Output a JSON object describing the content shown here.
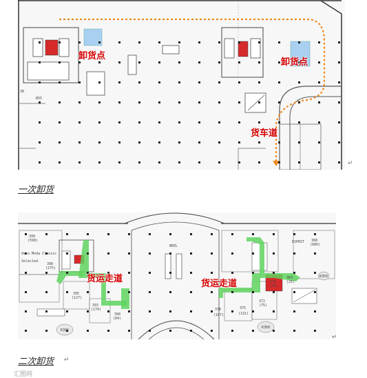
{
  "plan1": {
    "caption": "一次卸货",
    "labels": {
      "unload_left": "卸货点",
      "unload_right": "卸货点",
      "truck_lane": "货车道"
    },
    "room_ids": [
      "38",
      "B55"
    ]
  },
  "plan2": {
    "caption": "二次卸货",
    "labels": {
      "corridor_left": "货运走道",
      "corridor_right": "货运走道"
    },
    "units": {
      "u399": "399",
      "u399a": "(590)",
      "u398": "398",
      "u398a": "(275)",
      "u395": "395",
      "u395a": "(127)",
      "u393": "393",
      "u393a": "(174)",
      "u390": "390",
      "u390a": "(84)",
      "u378": "378",
      "u378a": "(107)",
      "u375": "375",
      "u375a": "(131)",
      "u372": "372",
      "u372a": "(75)",
      "u370": "370",
      "u370a": "(35)",
      "u368": "368",
      "u368a": "(680)",
      "u365": "365",
      "u365a": "(25)"
    },
    "tenants": {
      "vero": "Vero Moda Classic",
      "selected": "Selected",
      "esprit": "ESPRIT"
    },
    "kiosks": {
      "k392": "K392",
      "k360": "K360",
      "k359": "K359"
    },
    "atrium": "BEEL"
  },
  "watermark": "汇图网"
}
